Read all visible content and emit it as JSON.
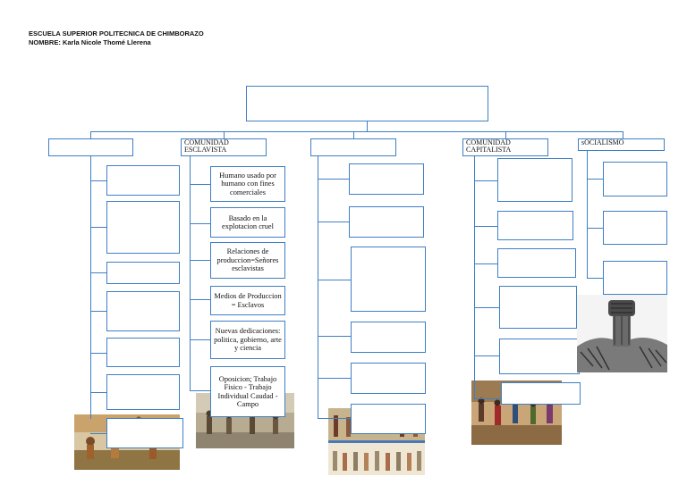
{
  "header": {
    "school": "ESCUELA SUPERIOR POLITECNICA DE CHIMBORAZO",
    "name_label": "NOMBRE:",
    "name_value": "Karla Nicole Thomé Llerena"
  },
  "diagram": {
    "root_title": "",
    "columns": [
      {
        "heading": "",
        "items": [
          "",
          "",
          "",
          "",
          "",
          "",
          ""
        ]
      },
      {
        "heading": "COMUNIDAD ESCLAVISTA",
        "items": [
          "Humano usado por humano con fines comerciales",
          "Basado en la explotacion cruel",
          "Relaciones de produccion=Señores esclavistas",
          "Medios de Produccion = Esclavos",
          "Nuevas dedicaciones: politica, gobierno, arte y ciencia",
          "Oposicion; Trabajo Fisico - Trabajo Individual Caudad - Campo"
        ]
      },
      {
        "heading": "",
        "items": [
          "",
          "",
          "",
          "",
          "",
          ""
        ]
      },
      {
        "heading": "COMUNIDAD CAPITALISTA",
        "items": [
          "",
          "",
          "",
          "",
          "",
          ""
        ]
      },
      {
        "heading": "sOCIALISMO",
        "items": [
          "",
          "",
          ""
        ]
      }
    ]
  },
  "colors": {
    "line": "#3f7fc4",
    "text": "#111111"
  }
}
